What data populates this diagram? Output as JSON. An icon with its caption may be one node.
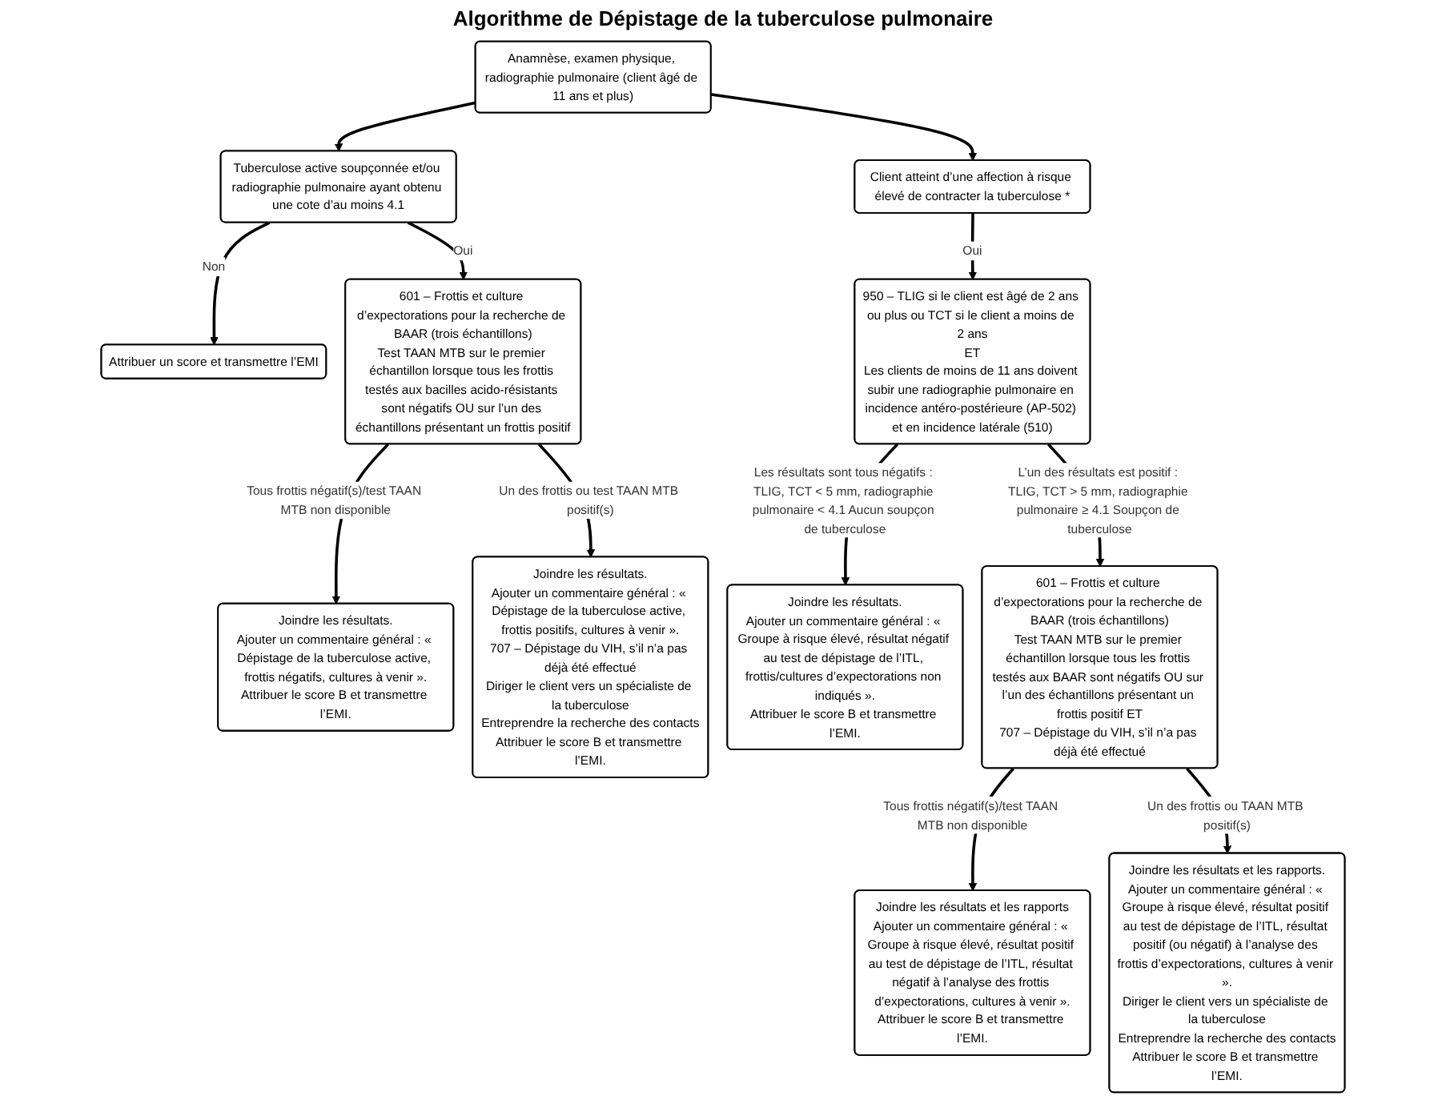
{
  "diagram": {
    "title": "Algorithme de Dépistage de la tuberculose pulmonaire",
    "nodes": [
      {
        "text": [
          "Anamnèse, examen physique, radiographie pulmonaire (client âgé de 11 ans et plus)"
        ]
      },
      {
        "text": [
          "Tuberculose active soupçonnée et/ou radiographie pulmonaire ayant obtenu une cote d’au moins 4.1"
        ]
      },
      {
        "text": [
          "Client atteint d’une affection à risque élevé de contracter la tuberculose *"
        ]
      },
      {
        "text": [
          "Attribuer un score et transmettre l’EMI"
        ]
      },
      {
        "text": [
          "601 – Frottis et culture d’expectorations pour la recherche de BAAR (trois échantillons)",
          "Test TAAN MTB sur le premier échantillon lorsque tous les frottis testés aux bacilles acido-résistants sont négatifs OU sur l’un des échantillons présentant un frottis positif"
        ]
      },
      {
        "text": [
          "Joindre les résultats.",
          "Ajouter un commentaire général : « Dépistage de la tuberculose active, frottis négatifs, cultures à venir ».",
          "Attribuer le score B et transmettre l’EMI."
        ]
      },
      {
        "text": [
          "Joindre les résultats.",
          "Ajouter un commentaire général : « Dépistage de la tuberculose active, frottis positifs, cultures à venir ».",
          "707 – Dépistage du VIH, s’il n’a pas déjà été effectué",
          "Diriger le client vers un spécialiste de la tuberculose",
          "Entreprendre la recherche des contacts",
          "Attribuer le score B et transmettre l’EMI."
        ]
      },
      {
        "text": [
          "950 – TLIG si le client est âgé de 2 ans ou plus ou TCT si le client a moins de 2 ans",
          "ET",
          "Les clients de moins de 11 ans doivent subir une radiographie pulmonaire en incidence antéro-postérieure (AP-502) et en incidence latérale (510)"
        ]
      },
      {
        "text": [
          "Joindre les résultats.",
          "Ajouter un commentaire général : « Groupe à risque élevé, résultat négatif au test de dépistage de l’ITL, frottis/cultures d’expectorations non indiqués ».",
          "Attribuer le score B et transmettre l’EMI."
        ]
      },
      {
        "text": [
          "601 – Frottis et culture d’expectorations pour la recherche de BAAR (trois échantillons)",
          "Test TAAN MTB sur le premier échantillon lorsque tous les frottis testés aux BAAR sont négatifs OU sur l’un des échantillons présentant un frottis positif ET",
          "707 – Dépistage du VIH, s’il n’a pas déjà été effectué"
        ]
      },
      {
        "text": [
          "Joindre les résultats et les rapports",
          "Ajouter un commentaire général : « Groupe à risque élevé, résultat positif au test de dépistage de l’ITL, résultat négatif à l’analyse des frottis d’expectorations, cultures à venir ».",
          "Attribuer le score B et transmettre l’EMI."
        ]
      },
      {
        "text": [
          "Joindre les résultats et les rapports.",
          "Ajouter un commentaire général : « Groupe à risque élevé, résultat positif au test de dépistage de l’ITL, résultat positif (ou négatif) à l’analyse des frottis d’expectorations, cultures à venir ».",
          "Diriger le client vers un spécialiste de la tuberculose",
          "Entreprendre la recherche des contacts",
          "Attribuer le score B et transmettre l’EMI."
        ]
      }
    ],
    "edges": [
      {
        "from": 0,
        "to": 1,
        "arrow": "to"
      },
      {
        "from": 0,
        "to": 2,
        "arrow": "to"
      },
      {
        "from": 1,
        "to": 3,
        "arrow": "to",
        "label": "Non"
      },
      {
        "from": 1,
        "to": 4,
        "arrow": "to",
        "label": "Oui"
      },
      {
        "from": 2,
        "to": 7,
        "arrow": "to",
        "label": "Oui"
      },
      {
        "from": 4,
        "to": 5,
        "arrow": "to",
        "label": "Tous frottis négatif(s)/test TAAN MTB non disponible"
      },
      {
        "from": 4,
        "to": 6,
        "arrow": "to",
        "label": "Un des frottis ou test TAAN MTB positif(s)"
      },
      {
        "from": 7,
        "to": 8,
        "arrow": "to",
        "label": "Les résultats sont tous négatifs : TLIG, TCT < 5 mm, radiographie pulmonaire < 4.1 Aucun soupçon de tuberculose"
      },
      {
        "from": 7,
        "to": 9,
        "arrow": "to",
        "label": "L’un des résultats est positif : TLIG, TCT > 5 mm, radiographie pulmonaire ≥ 4.1 Soupçon de tuberculose"
      },
      {
        "from": 9,
        "to": 10,
        "arrow": "to",
        "label": "Tous frottis négatif(s)/test TAAN MTB non disponible"
      },
      {
        "from": 9,
        "to": 11,
        "arrow": "to",
        "label": "Un des frottis ou TAAN MTB positif(s)"
      }
    ]
  }
}
